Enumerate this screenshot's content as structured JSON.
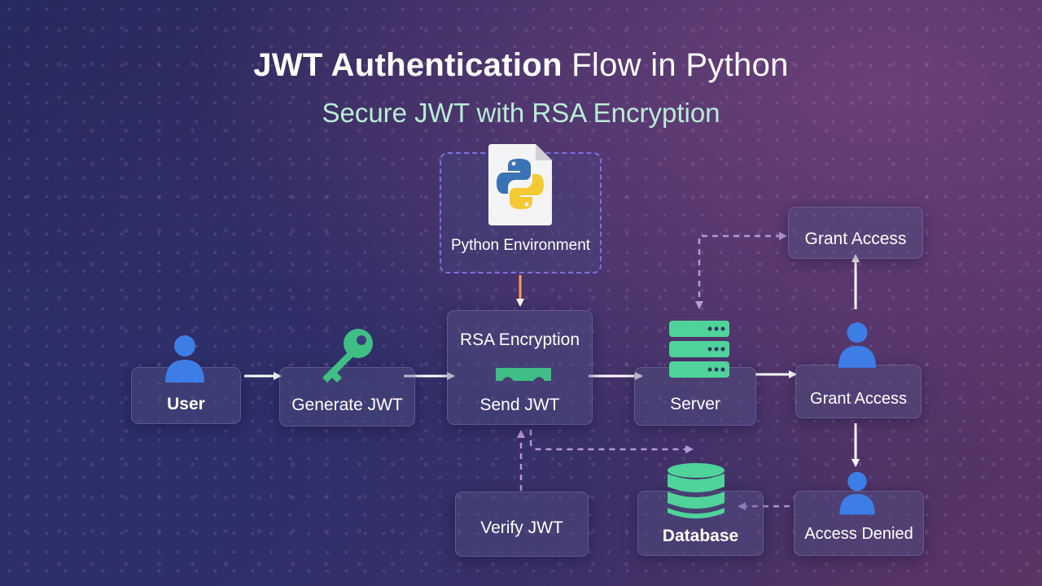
{
  "header": {
    "title_bold": "JWT Authentication",
    "title_rest": " Flow in Python",
    "subtitle": "Secure JWT with RSA Encryption"
  },
  "nodes": {
    "python_env": "Python Environment",
    "user": "User",
    "generate_jwt": "Generate JWT",
    "rsa_encryption": "RSA Encryption",
    "send_jwt": "Send JWT",
    "server": "Server",
    "grant_access_top": "Grant Access",
    "grant_access": "Grant Access",
    "access_denied": "Access Denied",
    "database": "Database",
    "verify_jwt": "Verify JWT"
  },
  "icons": {
    "python_env": "python-file-icon",
    "user": "user-icon",
    "generate_jwt": "key-icon",
    "send_jwt": "bridge-icon",
    "server": "server-stack-icon",
    "grant_access": "user-icon",
    "access_denied": "user-icon",
    "database": "database-icon"
  },
  "colors": {
    "background": "#2e2f66",
    "title": "#ffffff",
    "subtitle": "#b9ecd6",
    "user_icon": "#3d7de6",
    "key_icon": "#3fbf86",
    "server_icon": "#4fd39a",
    "python_border": "#7f6fe0",
    "dashed_arrow": "#b49ad8",
    "python_arrow": "#ff9a50"
  }
}
